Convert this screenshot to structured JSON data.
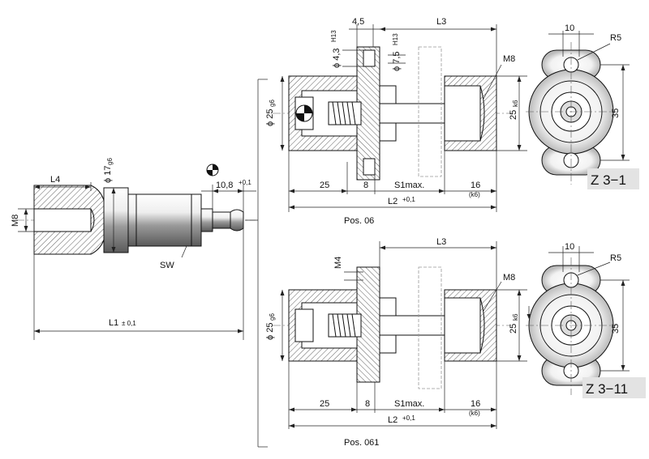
{
  "plunger": {
    "l4": "L4",
    "m8": "M8",
    "d17": "ϕ 17",
    "d17_tol": "g6",
    "d108": "10,8",
    "d108_tol": "+0,1",
    "sw": "SW",
    "l1": "L1",
    "l1_tol": "± 0,1"
  },
  "top": {
    "d45": "4,5",
    "l3": "L3",
    "d43": "ϕ 4,3",
    "d43_tol": "H13",
    "d75": "ϕ 7,5",
    "d75_tol": "H13",
    "m8": "M8",
    "d25": "ϕ 25",
    "d25_tol": "g6",
    "d25k": "25",
    "d25k_tol": "k6",
    "d25b": "25",
    "d8": "8",
    "s1": "S1max.",
    "d16": "16",
    "d16_tol": "(k6)",
    "l2": "L2",
    "l2_tol": "+0,1",
    "pos": "Pos. 06"
  },
  "bottom": {
    "l3": "L3",
    "m4": "M4",
    "m8": "M8",
    "d25": "ϕ 25",
    "d25_tol": "g6",
    "d25k": "25",
    "d25k_tol": "k6",
    "d25b": "25",
    "d8": "8",
    "s1": "S1max.",
    "d16": "16",
    "d16_tol": "(k6)",
    "l2": "L2",
    "l2_tol": "+0,1",
    "pos": "Pos. 061"
  },
  "flange_top": {
    "d10": "10",
    "r5": "R5",
    "d35": "35",
    "tag": "Z 3−1"
  },
  "flange_bottom": {
    "d10": "10",
    "r5": "R5",
    "d35": "35",
    "tag": "Z 3−11"
  }
}
